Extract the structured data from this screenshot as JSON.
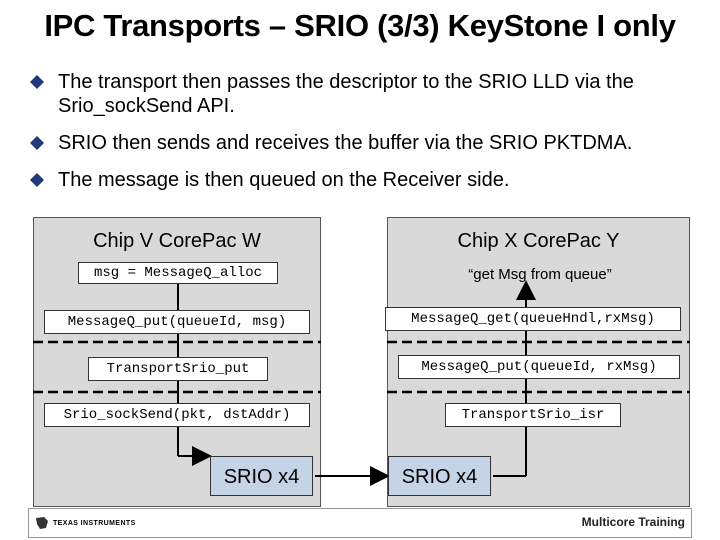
{
  "title": "IPC Transports – SRIO (3/3) KeyStone I only",
  "bullets": [
    "The transport then passes the descriptor to the SRIO LLD via the Srio_sockSend API.",
    "SRIO then sends and receives the buffer via the SRIO PKTDMA.",
    "The message is then queued on the Receiver side."
  ],
  "chip_left": {
    "title": "Chip V   CorePac W",
    "alloc": "msg = MessageQ_alloc",
    "put": "MessageQ_put(queueId, msg)",
    "transport_put": "TransportSrio_put",
    "sock_send": "Srio_sockSend(pkt, dstAddr)",
    "srio": "SRIO x4"
  },
  "chip_right": {
    "title": "Chip X   CorePac Y",
    "get_text": "“get Msg from queue”",
    "get": "MessageQ_get(queueHndl,rxMsg)",
    "put": "MessageQ_put(queueId, rxMsg)",
    "isr": "TransportSrio_isr",
    "srio": "SRIO x4"
  },
  "footer": {
    "ti_logo_text": "TEXAS INSTRUMENTS",
    "right_text": "Multicore Training"
  },
  "colors": {
    "bullet": "#1f3a7a",
    "chip_bg": "#d9d9d9",
    "srio_fill": "#c5d3e6"
  }
}
